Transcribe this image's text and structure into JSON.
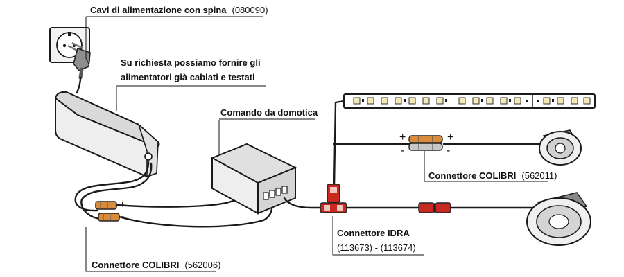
{
  "labels": {
    "power_cables_title": "Cavi di alimentazione con spina",
    "power_cables_code": "(080090)",
    "supply_note_line1": "Su richiesta possiamo fornire gli",
    "supply_note_line2": "alimentatori già cablati e testati",
    "home_automation": "Comando da domotica",
    "colibri_top_title": "Connettore COLIBRI",
    "colibri_top_code": "(562011)",
    "idra_title": "Connettore IDRA",
    "idra_codes": "(113673)  -  (113674)",
    "colibri_bottom_title": "Connettore COLIBRI",
    "colibri_bottom_code": "(562006)"
  },
  "polarity": {
    "plus": "+",
    "minus": "-"
  },
  "colors": {
    "connector_red": "#c8281e",
    "connector_orange": "#d98a3a",
    "device_gray": "#e9e9e9",
    "led_amber": "#f6e9b8",
    "lamp_ring": "#f0f0f0"
  }
}
